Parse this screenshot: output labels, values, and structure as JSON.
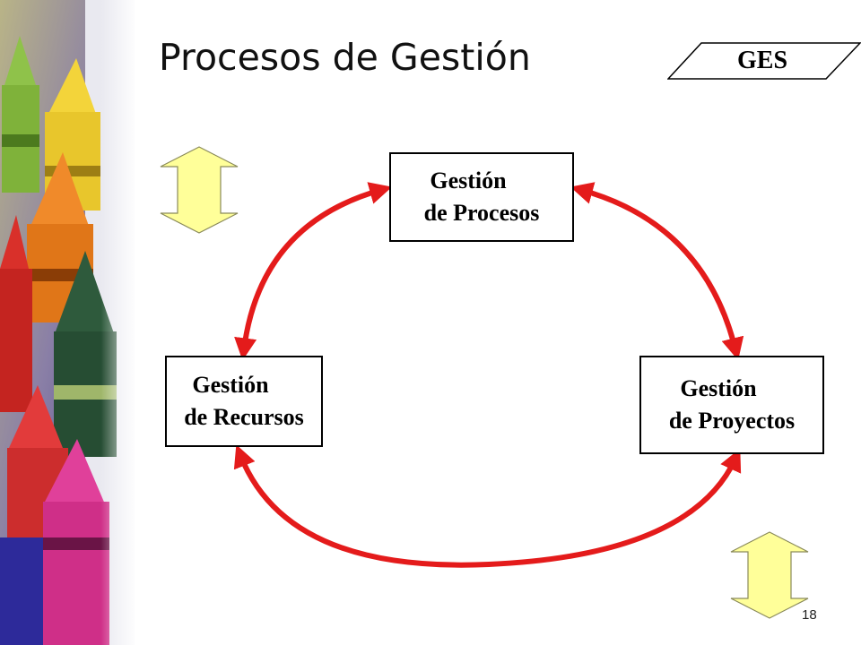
{
  "slide": {
    "title": "Procesos de Gestión",
    "tag": "GES",
    "number": "18"
  },
  "diagram": {
    "nodes": [
      {
        "id": "procesos",
        "line1": "Gestión",
        "line2": "de Procesos"
      },
      {
        "id": "recursos",
        "line1": "Gestión",
        "line2": "de Recursos"
      },
      {
        "id": "proyectos",
        "line1": "Gestión",
        "line2": "de Proyectos"
      }
    ],
    "connectors": [
      {
        "from": "recursos",
        "to": "procesos",
        "style": "double-headed"
      },
      {
        "from": "procesos",
        "to": "proyectos",
        "style": "double-headed"
      },
      {
        "from": "recursos",
        "to": "proyectos",
        "style": "double-headed"
      }
    ],
    "colors": {
      "arrow": "#e41b1b",
      "side_arrow_fill": "#ffff99"
    }
  },
  "decoration": {
    "image": "crayons-photo"
  }
}
